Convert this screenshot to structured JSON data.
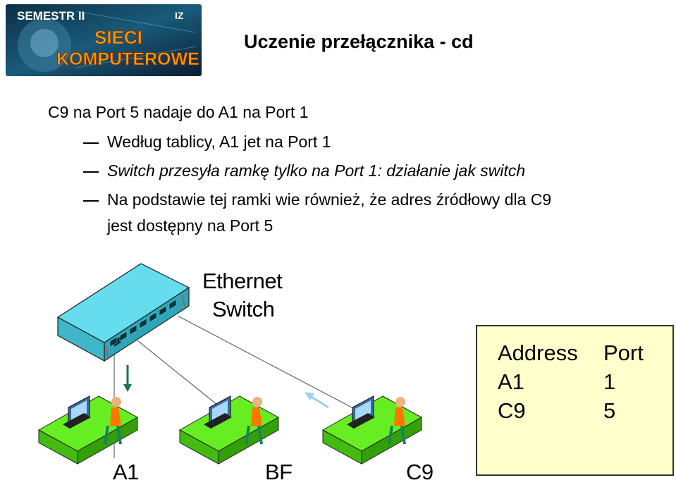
{
  "header": {
    "logo_line1": "SEMESTR II",
    "logo_corner": "IZ",
    "logo_line2": "SIECI",
    "logo_line3": "KOMPUTEROWE",
    "title": "Uczenie  przełącznika - cd"
  },
  "bullets": {
    "main": "C9 na Port 5 nadaje do A1 na Port 1",
    "sub1": "Według tablicy, A1 jet na Port 1",
    "sub2": "Switch przesyła ramkę tylko na Port 1: działanie jak switch",
    "sub3_line1": "Na podstawie tej ramki wie również, że adres źródłowy dla C9",
    "sub3_line2": "jest dostępny na Port 5"
  },
  "diagram": {
    "switch_label_line1": "Ethernet",
    "switch_label_line2": "Switch",
    "hosts": [
      "A1",
      "BF",
      "C9"
    ],
    "colors": {
      "desk": "#66ee22",
      "switch": "#66ddee",
      "arrow_down": "#1f6f5a",
      "arrow_up": "#9cd0f0"
    }
  },
  "table": {
    "headers": [
      "Address",
      "Port"
    ],
    "rows": [
      [
        "A1",
        "1"
      ],
      [
        "C9",
        "5"
      ]
    ],
    "background": "#ffffcc"
  }
}
